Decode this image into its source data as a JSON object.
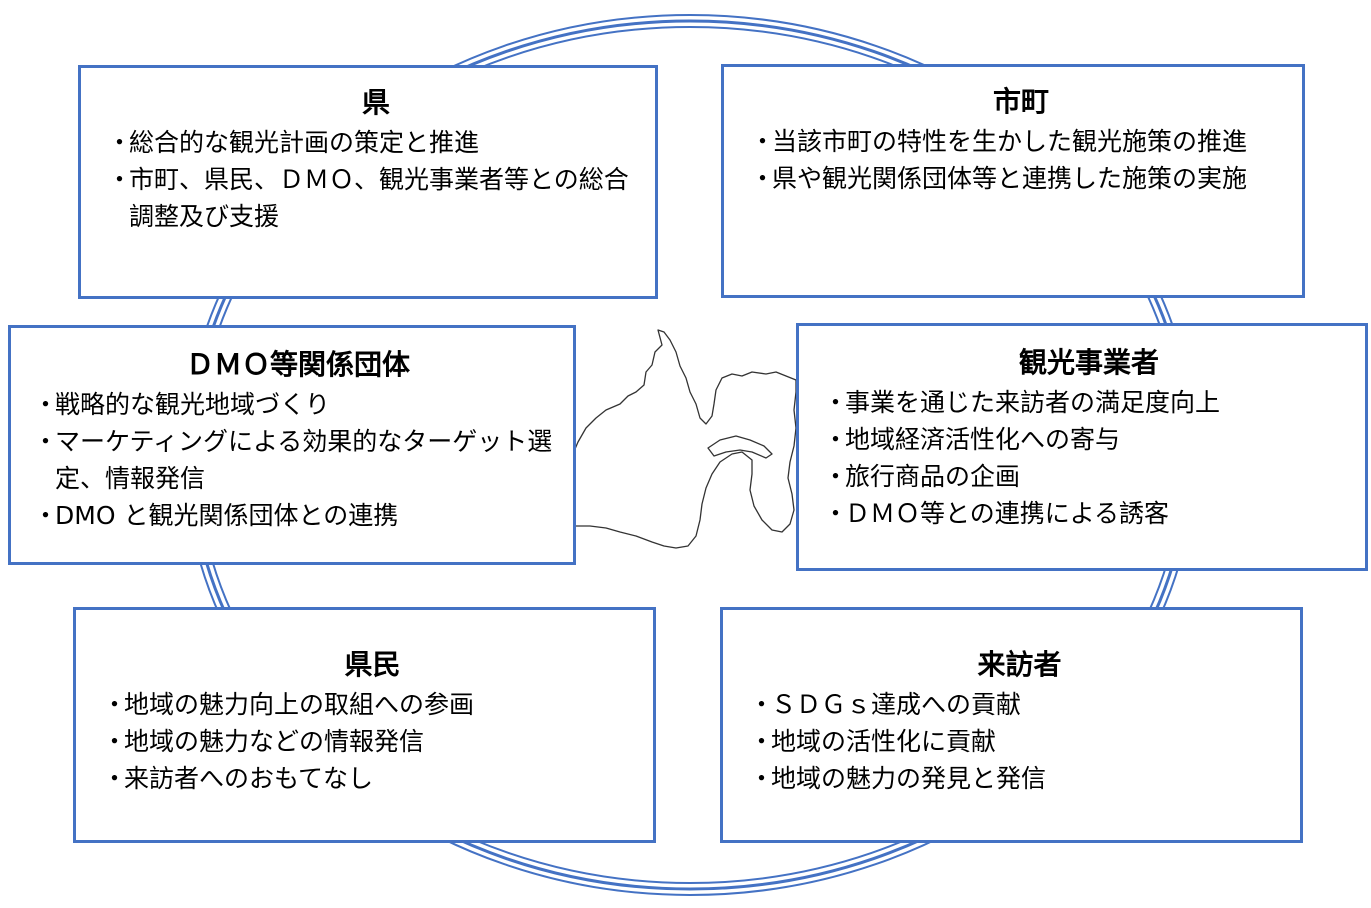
{
  "colors": {
    "border": "#4472c4",
    "ring": "#4472c4",
    "map_stroke": "#333333"
  },
  "central_map": {
    "icon": "shizuoka-prefecture-map-icon"
  },
  "boxes": {
    "ken": {
      "title": "県",
      "items": [
        "総合的な観光計画の策定と推進",
        "市町、県民、ＤＭＯ、観光事業者等との総合調整及び支援"
      ]
    },
    "shichou": {
      "title": "市町",
      "items": [
        "当該市町の特性を生かした観光施策の推進",
        "県や観光関係団体等と連携した施策の実施"
      ]
    },
    "dmo": {
      "title": "ＤＭＯ等関係団体",
      "items": [
        "戦略的な観光地域づくり",
        "マーケティングによる効果的なターゲット選定、情報発信",
        "DMO と観光関係団体との連携"
      ]
    },
    "jigyou": {
      "title": "観光事業者",
      "items": [
        "事業を通じた来訪者の満足度向上",
        "地域経済活性化への寄与",
        "旅行商品の企画",
        "ＤＭＯ等との連携による誘客"
      ]
    },
    "kenmin": {
      "title": "県民",
      "items": [
        "地域の魅力向上の取組への参画",
        "地域の魅力などの情報発信",
        "来訪者へのおもてなし"
      ]
    },
    "raihou": {
      "title": "来訪者",
      "items": [
        "ＳＤＧｓ達成への貢献",
        "地域の活性化に貢献",
        "地域の魅力の発見と発信"
      ]
    }
  },
  "bullet": "・"
}
